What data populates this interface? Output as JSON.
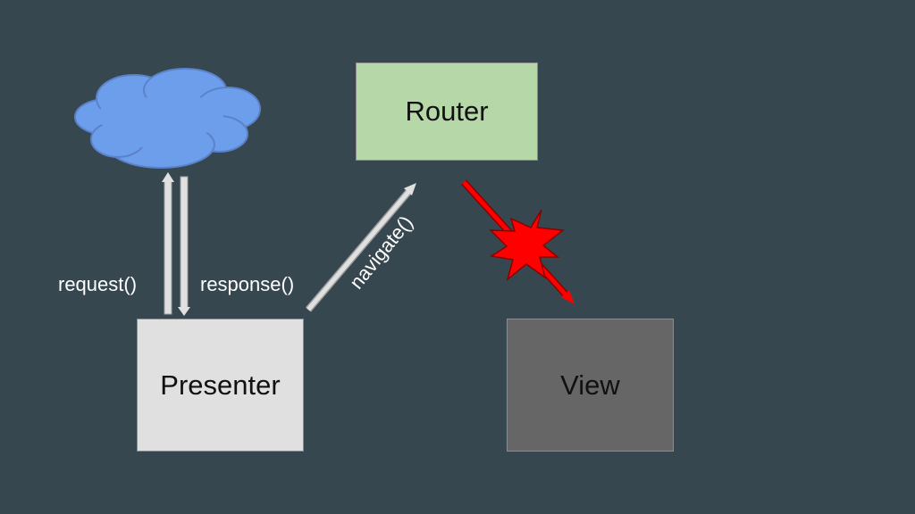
{
  "nodes": {
    "router": "Router",
    "presenter": "Presenter",
    "view": "View"
  },
  "edges": {
    "request": "request()",
    "response": "response()",
    "navigate": "navigate()"
  },
  "colors": {
    "background": "#37474f",
    "router_fill": "#b6d7a8",
    "presenter_fill": "#e0e0e0",
    "view_fill": "#666666",
    "cloud_fill": "#6d9eeb",
    "arrow": "#e0e0e0",
    "blocked_arrow": "#ff0000"
  },
  "icons": {
    "cloud": "cloud-icon",
    "blocked": "explosion-icon"
  }
}
